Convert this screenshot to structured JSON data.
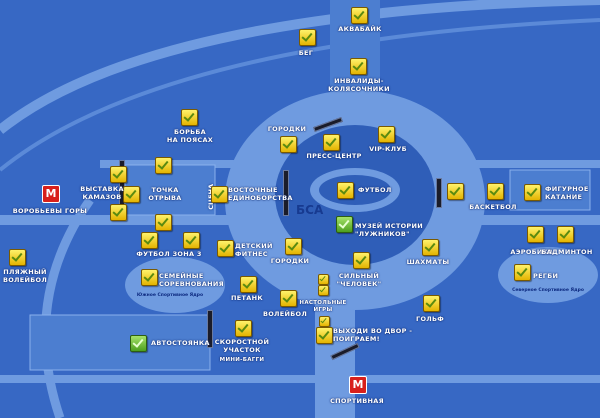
{
  "map": {
    "center_label": "БСА",
    "stage_label": "СЦЕНА",
    "zones": {
      "south": "Южное Спортивное Ядро",
      "north": "Северное Спортивное Ядро"
    },
    "metro": [
      {
        "symbol": "M",
        "name": "ВОРОБЬЕВЫ ГОРЫ"
      },
      {
        "symbol": "M",
        "name": "СПОРТИВНАЯ"
      }
    ],
    "venues": {
      "aquabike": "АКВАБАЙК",
      "run": "БЕГ",
      "wheelchair": "ИНВАЛИДЫ-\nКОЛЯСОЧНИКИ",
      "belt_wrestling": "БОРЬБА\nНА ПОЯСАХ",
      "gorodki_top": "ГОРОДКИ",
      "press": "ПРЕСС-ЦЕНТР",
      "vip": "VIP-КЛУБ",
      "kamaz": "ВЫСТАВКА\nКАМАЗОВ",
      "tochka": "ТОЧКА\nОТРЫВА",
      "martial": "ВОСТОЧНЫЕ\nЕДИНОБОРСТВА",
      "football": "ФУТБОЛ",
      "museum": "МУЗЕЙ ИСТОРИИ\n\"ЛУЖНИКОВ\"",
      "basketball": "БАСКЕТБОЛ",
      "figure": "ФИГУРНОЕ\nКАТАНИЕ",
      "football3": "ФУТБОЛ ЗОНА 3",
      "kids": "ДЕТСКИЙ\nФИТНЕС",
      "gorodki": "ГОРОДКИ",
      "strongman": "СИЛЬНЫЙ\n\"ЧЕЛОВЕК\"",
      "chess": "ШАХМАТЫ",
      "aerobics": "АЭРОБИКА",
      "badminton": "БАДМИНТОН",
      "rugby": "РЕГБИ",
      "beach": "ПЛЯЖНЫЙ\nВОЛЕЙБОЛ",
      "family": "СЕМЕЙНЫЕ\nСОРЕВНОВАНИЯ",
      "petanque": "ПЕТАНК",
      "volleyball": "ВОЛЕЙБОЛ",
      "tabletop": "НАСТОЛЬНЫЕ\nИГРЫ",
      "golf": "ГОЛЬФ",
      "yard": "ВЫХОДИ ВО ДВОР -\nПОИГРАЕМ!",
      "parking": "АВТОСТОЯНКА",
      "speed": "СКОРОСТНОЙ\nУЧАСТОК",
      "buggy": "МИНИ-БАГГИ"
    }
  }
}
